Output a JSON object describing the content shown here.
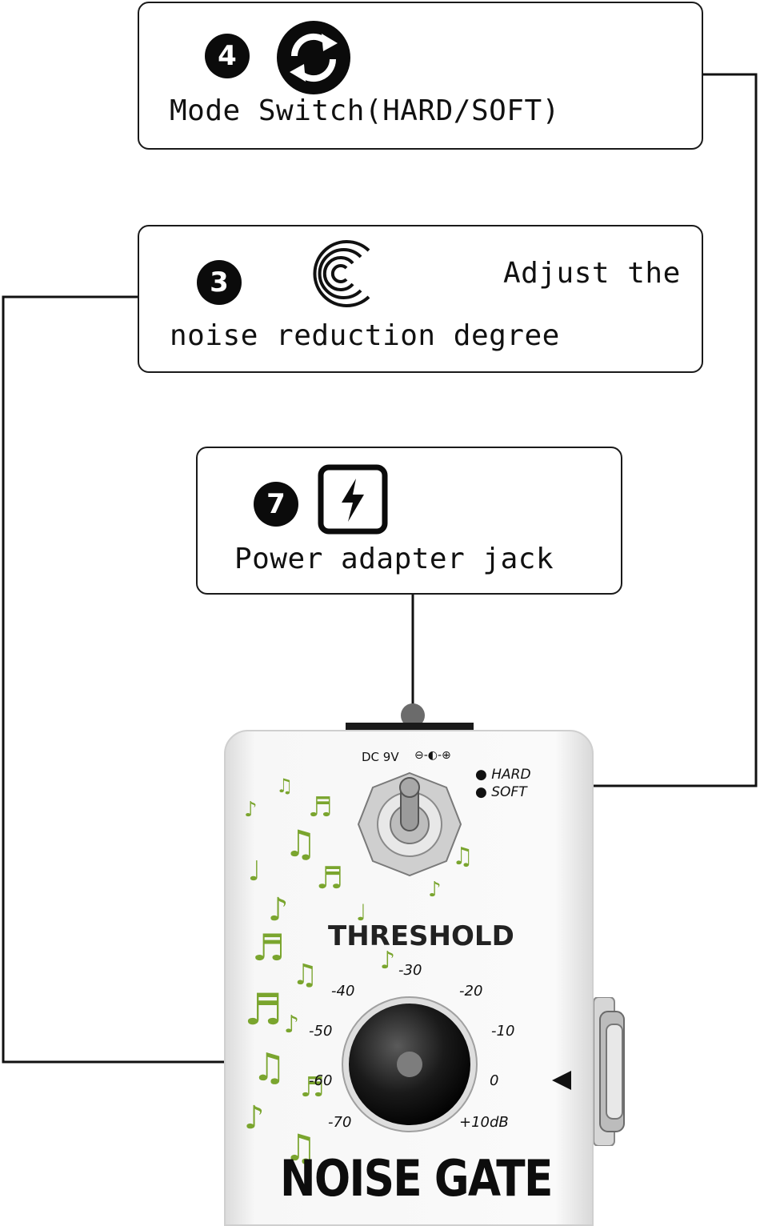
{
  "callouts": {
    "mode_switch": {
      "number": "4",
      "icon": "refresh-cycle-icon",
      "text": "Mode Switch(HARD/SOFT)"
    },
    "threshold": {
      "number": "3",
      "icon": "knob-dial-icon",
      "text_line1": "Adjust the",
      "text_line2": "noise reduction degree"
    },
    "power": {
      "number": "7",
      "icon": "lightning-bolt-icon",
      "text": "Power adapter jack"
    }
  },
  "pedal": {
    "name": "NOISE GATE",
    "knob_label": "THRESHOLD",
    "power_label": "DC 9V",
    "polarity_symbol": "⊖-◐-⊕",
    "switch_options": [
      "HARD",
      "SOFT"
    ],
    "scale": [
      "-30",
      "-40",
      "-20",
      "-50",
      "-10",
      "-60",
      "0",
      "-70",
      "+10dB"
    ],
    "body_color": "#f4f4f4",
    "accent_color": "#6fa12a"
  }
}
